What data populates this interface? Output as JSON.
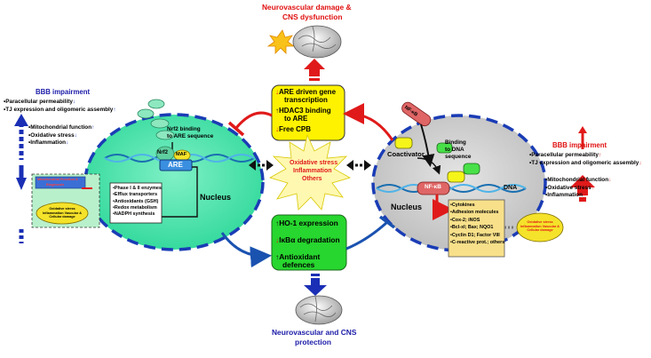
{
  "top": {
    "line1": "Neurovascular damage &",
    "line2": "CNS dysfunction"
  },
  "bottom": {
    "line1": "Neurovascular and CNS",
    "line2": "protection"
  },
  "center_stress": {
    "line1": "Oxidative stress",
    "line2": "Inflammation",
    "line3": "Others"
  },
  "yellow_box": {
    "item1": "ARE driven gene",
    "item1b": "transcription",
    "item2": "HDAC3 binding",
    "item2b": "to ARE",
    "item3": "Free CPB"
  },
  "green_box": {
    "item1": "HO-1 expression",
    "item2": "IκBα degradation",
    "item3": "Antioxidant",
    "item3b": "defences"
  },
  "left_cell": {
    "nucleus": "Nucleus",
    "are": "ARE",
    "nrf2": "Nrf2",
    "maf": "MAF",
    "binding1": "Nrf2 binding",
    "binding2": "to ARE sequence",
    "genes": [
      "Phase I & II enzymes",
      "Efflux transporters",
      "Antioxidants (GSH)",
      "Redox metabolism",
      "NADPH synthesis"
    ]
  },
  "left_side": {
    "title": "BBB impairment",
    "items": [
      "Paracellular permeability",
      "TJ expression and oligomeric assembly",
      "Mitochondrial function",
      "Oxidative stress",
      "Inflammation"
    ],
    "inset_top1": "Mitochondrial Function &",
    "inset_top2": "Biogenesis",
    "inset_bottom": "Oxidative stress Inflammation Vascular & Cellular damage"
  },
  "right_cell": {
    "nucleus": "Nucleus",
    "nfkb": "NF-κB",
    "dna": "DNA",
    "coactivator": "Coactivator",
    "binding1": "Binding",
    "binding2": "to DNA",
    "binding3": "sequence",
    "genes": [
      "Cytokines",
      "Adhesion molecules",
      "Cox-2; iNOS",
      "Bcl-xl; Bax; NQO1",
      "Cyclin D1; Factor VIII",
      "C-reactive prot.; others"
    ],
    "oval": "Oxidative stress Inflammation Vascular & Cellular damage"
  },
  "right_side": {
    "title": "BBB impairment",
    "items": [
      "Paracellular permeability",
      "TJ expression and oligomeric assembly",
      "Mitochondrial function",
      "Oxidative stress",
      "Inflammation"
    ]
  }
}
